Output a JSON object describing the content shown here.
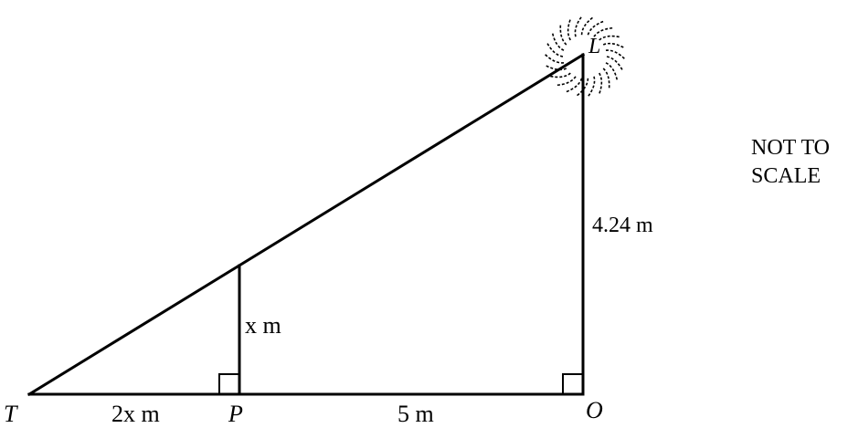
{
  "diagram": {
    "points": {
      "T": "T",
      "P": "P",
      "O": "O",
      "L": "L"
    },
    "lengths": {
      "TP": "2x m",
      "PO": "5 m",
      "post": "x m",
      "lamp": "4.24 m"
    },
    "note": [
      "NOT TO",
      "SCALE"
    ]
  }
}
